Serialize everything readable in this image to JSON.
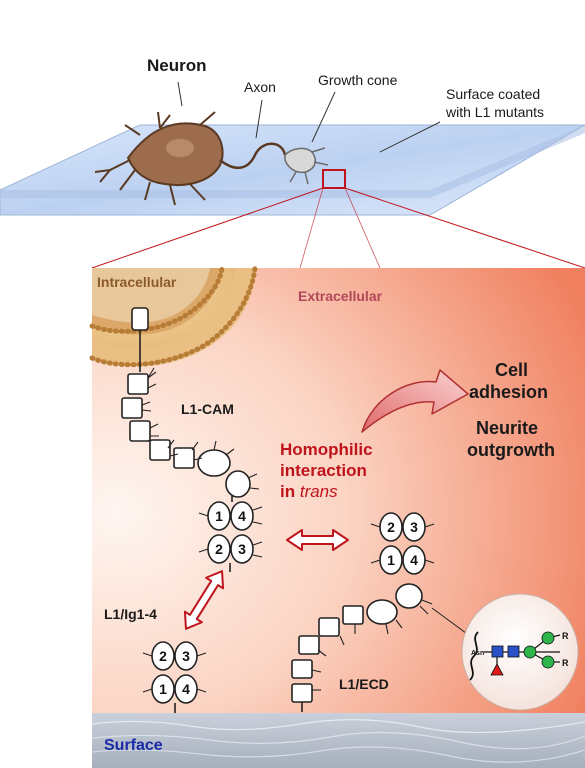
{
  "top_scene": {
    "neuron_label": "Neuron",
    "axon_label": "Axon",
    "growth_cone_label": "Growth cone",
    "surface_line1": "Surface coated",
    "surface_line2": "with L1 mutants"
  },
  "panel": {
    "intracellular_label": "Intracellular",
    "extracellular_label": "Extracellular",
    "surface_label": "Surface",
    "l1cam_label": "L1-CAM",
    "homophilic_line1": "Homophilic",
    "homophilic_line2": "interaction",
    "homophilic_line3_prefix": "in ",
    "homophilic_line3_italic": "trans",
    "outcome_line1": "Cell",
    "outcome_line2": "adhesion",
    "outcome_line3": "Neurite",
    "outcome_line4": "outgrowth",
    "l1ig_label": "L1/Ig1-4",
    "l1ecd_label": "L1/ECD",
    "glycan_asn_label": "Asn",
    "glycan_r1": "R",
    "glycan_r2": "R",
    "domains_l1cam": [
      "1",
      "4",
      "2",
      "3"
    ],
    "domains_ecd": [
      "2",
      "3",
      "1",
      "4"
    ],
    "domains_ig": [
      "2",
      "3",
      "1",
      "4"
    ]
  },
  "colors": {
    "panel_light": "#fde2d6",
    "panel_dark": "#f08a68",
    "membrane": "#d9a25a",
    "slide": "#c7d8f2",
    "surface": "#b8c0cc",
    "surface_text": "#1a2aa8",
    "accent_red": "#c0141c",
    "glycan_blue": "#2a52c8",
    "glycan_green": "#2fb54a",
    "glycan_red": "#e21a1a"
  }
}
